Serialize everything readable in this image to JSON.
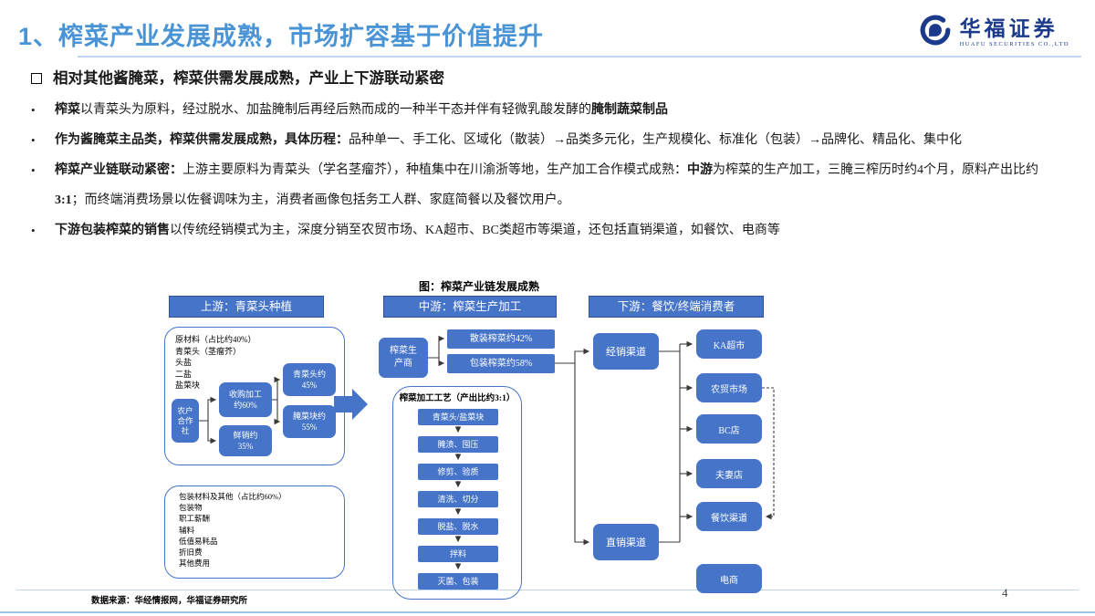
{
  "colors": {
    "accent": "#4674C8",
    "titleblue": "#4A94D6",
    "navy": "#1B3A8C",
    "rule": "#BDD7EE"
  },
  "header": {
    "title": "1、榨菜产业发展成熟，市场扩容基于价值提升",
    "logo_name": "华福证券",
    "logo_sub": "HUAFU SECURITIES CO.,LTD"
  },
  "content": {
    "bullet_marker": "•",
    "heading": "相对其他酱腌菜，榨菜供需发展成熟，产业上下游联动紧密",
    "bullets": [
      {
        "s0": "榨菜",
        "s1": "以青菜头为原料，经过脱水、加盐腌制后再经后熟而成的一种半干态并伴有轻微乳酸发酵的",
        "s2": "腌制蔬菜制品"
      },
      {
        "s0": "作为酱腌菜主品类，榨菜供需发展成熟，具体历程：",
        "s1": "品种单一、手工化、区域化（散装）→品类多元化，生产规模化、标准化（包装）→品牌化、精品化、集中化"
      },
      {
        "s0": "榨菜产业链联动紧密：",
        "s1": "上游主要原料为青菜头（学名茎瘤芥），种植集中在川渝浙等地，生产加工合作模式成熟：",
        "s2": "中游",
        "s3": "为榨菜的生产加工，三腌三榨历时约4个月，原料产出比约",
        "s4": "3:1",
        "s5": "；而终端消费场景以佐餐调味为主，消费者画像包括务工人群、家庭简餐以及餐饮用户。"
      },
      {
        "s0": "下游包装榨菜的销售",
        "s1": "以传统经销模式为主，深度分销至农贸市场、KA超市、BC类超市等渠道，还包括直销渠道，如餐饮、电商等"
      }
    ]
  },
  "diagram": {
    "title": "图：榨菜产业链发展成熟",
    "headers": {
      "upstream": "上游：青菜头种植",
      "midstream": "中游：榨菜生产加工",
      "downstream": "下游：餐饮/终端消费者"
    },
    "upstream": {
      "materials": [
        "原材料（占比约40%）",
        "青菜头（茎瘤芥）",
        "头盐",
        "二盐",
        "盐菜块"
      ],
      "farmer_coop": [
        "农户",
        "合作",
        "社"
      ],
      "purchase_processing": [
        "收购加工",
        "约60%"
      ],
      "fresh_sale": [
        "鲜销约",
        "35%"
      ],
      "green_head": [
        "青菜头约",
        "45%"
      ],
      "pickled_block": [
        "腌菜块约",
        "55%"
      ],
      "packaging_costs": [
        "包装材料及其他（占比约60%）",
        "包装物",
        "职工薪酬",
        "辅料",
        "低值易耗品",
        "折旧费",
        "其他费用"
      ]
    },
    "midstream": {
      "producer": [
        "榨菜生",
        "产商"
      ],
      "bulk": "散装榨菜约42%",
      "packaged": "包装榨菜约58%",
      "process_title": "榨菜加工工艺（产出比约3:1）",
      "steps": [
        "青菜头/盐菜块",
        "腌渍、囤压",
        "修剪、验质",
        "清洗、切分",
        "脱盐、脱水",
        "拌料",
        "灭菌、包装"
      ]
    },
    "downstream": {
      "distributor_channel": "经销渠道",
      "direct_channel": "直销渠道",
      "channels": [
        "KA超市",
        "农贸市场",
        "BC店",
        "夫妻店",
        "餐饮渠道"
      ],
      "ecommerce": "电商"
    }
  },
  "footer": {
    "source": "数据来源：华经情报网，华福证券研究所",
    "page": "4"
  }
}
